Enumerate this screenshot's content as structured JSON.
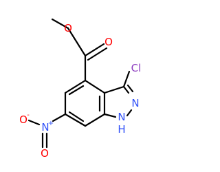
{
  "molecule": {
    "atoms": {
      "ester_o": {
        "symbol": "O",
        "color": "#ff0000"
      },
      "carbonyl_o": {
        "symbol": "O",
        "color": "#ff0000"
      },
      "chlorine": {
        "symbol": "Cl",
        "color": "#8c3cbf"
      },
      "ring_n2": {
        "symbol": "N",
        "color": "#3050f8"
      },
      "ring_n1h": {
        "symbol": "N",
        "color": "#3050f8"
      },
      "ring_n1h_h": {
        "symbol": "H",
        "color": "#3050f8"
      },
      "nitro_n": {
        "symbol": "N",
        "color": "#3050f8"
      },
      "nitro_n_charge": {
        "symbol": "+",
        "color": "#3050f8"
      },
      "nitro_o_minus": {
        "symbol": "O",
        "color": "#ff0000"
      },
      "nitro_o_minus_charge": {
        "symbol": "-",
        "color": "#ff0000"
      },
      "nitro_o_double": {
        "symbol": "O",
        "color": "#ff0000"
      }
    },
    "bond_color": "#000000"
  }
}
